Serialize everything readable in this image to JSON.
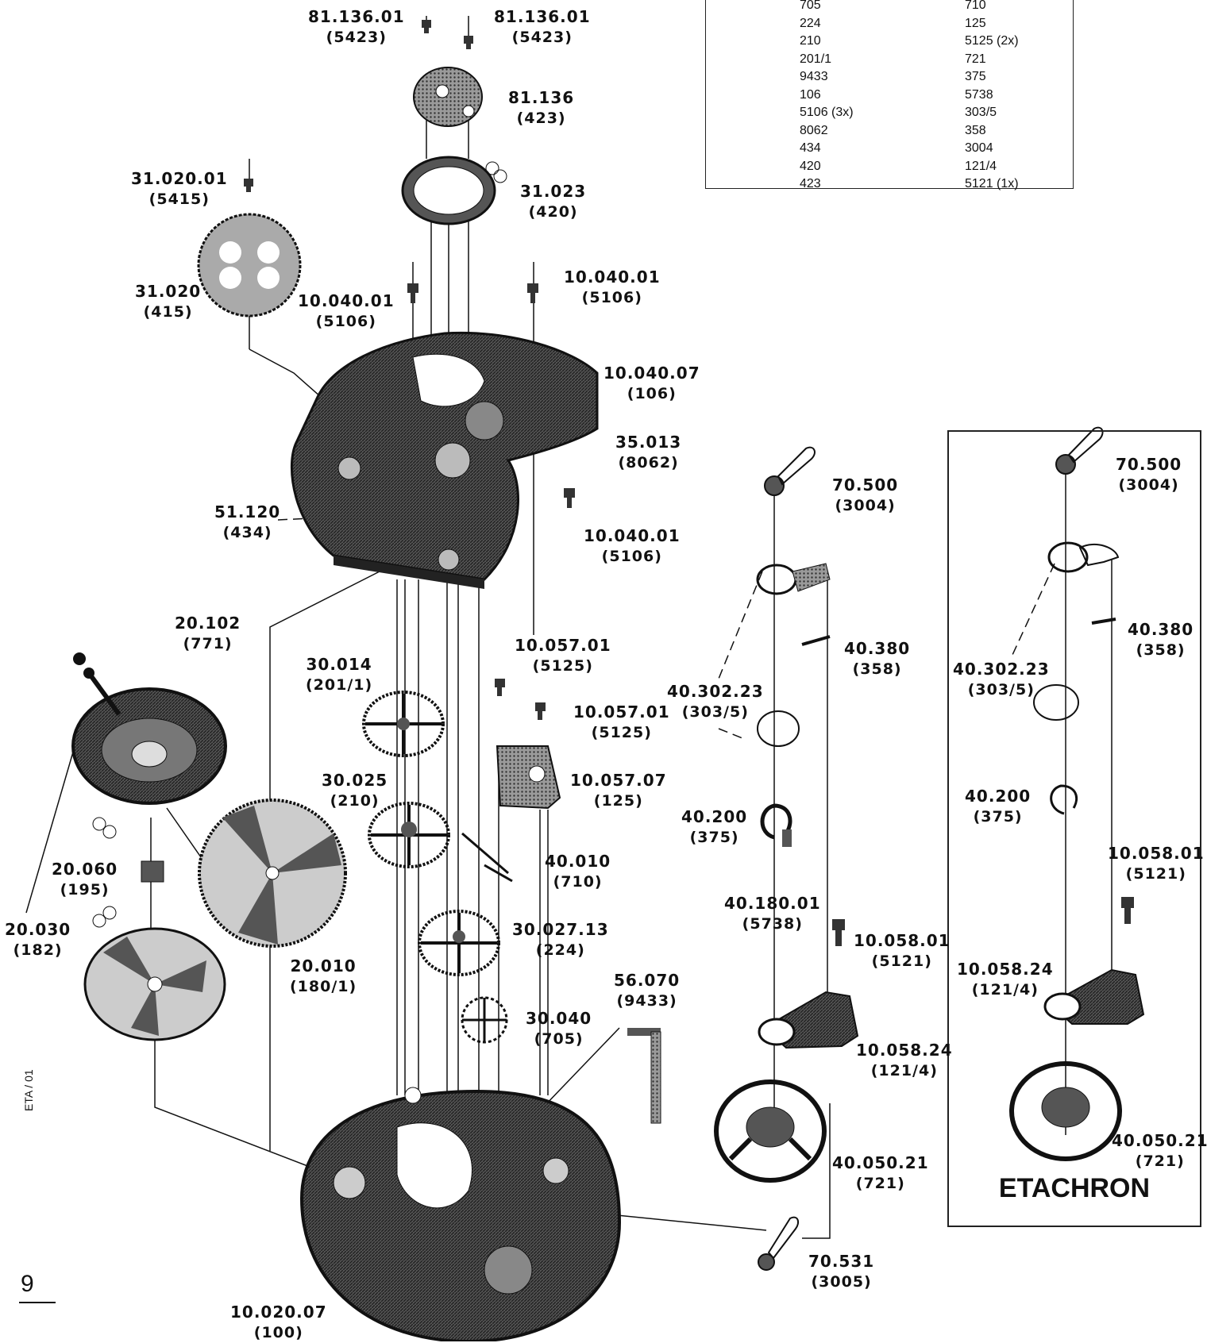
{
  "table": {
    "col1": [
      "705",
      "224",
      "210",
      "201/1",
      "9433",
      "106",
      "5106 (3x)",
      "8062",
      "434",
      "420",
      "423"
    ],
    "col2": [
      "710",
      "125",
      "5125 (2x)",
      "721",
      "375",
      "5738",
      "303/5",
      "358",
      "3004",
      "121/4",
      "5121 (1x)"
    ]
  },
  "labels": [
    {
      "id": "l1",
      "part": "81.136.01",
      "code": "(5423)"
    },
    {
      "id": "l2",
      "part": "81.136.01",
      "code": "(5423)"
    },
    {
      "id": "l3",
      "part": "81.136",
      "code": "(423)"
    },
    {
      "id": "l4",
      "part": "31.020.01",
      "code": "(5415)"
    },
    {
      "id": "l5",
      "part": "31.023",
      "code": "(420)"
    },
    {
      "id": "l6",
      "part": "31.020",
      "code": "(415)"
    },
    {
      "id": "l7",
      "part": "10.040.01",
      "code": "(5106)"
    },
    {
      "id": "l8",
      "part": "10.040.01",
      "code": "(5106)"
    },
    {
      "id": "l9",
      "part": "10.040.07",
      "code": "(106)"
    },
    {
      "id": "l10",
      "part": "35.013",
      "code": "(8062)"
    },
    {
      "id": "l11",
      "part": "51.120",
      "code": "(434)"
    },
    {
      "id": "l12",
      "part": "10.040.01",
      "code": "(5106)"
    },
    {
      "id": "l13",
      "part": "20.102",
      "code": "(771)"
    },
    {
      "id": "l14",
      "part": "30.014",
      "code": "(201/1)"
    },
    {
      "id": "l15",
      "part": "10.057.01",
      "code": "(5125)"
    },
    {
      "id": "l16",
      "part": "10.057.01",
      "code": "(5125)"
    },
    {
      "id": "l17",
      "part": "10.057.07",
      "code": "(125)"
    },
    {
      "id": "l18",
      "part": "30.025",
      "code": "(210)"
    },
    {
      "id": "l19",
      "part": "40.010",
      "code": "(710)"
    },
    {
      "id": "l20",
      "part": "20.060",
      "code": "(195)"
    },
    {
      "id": "l21",
      "part": "20.030",
      "code": "(182)"
    },
    {
      "id": "l22",
      "part": "20.010",
      "code": "(180/1)"
    },
    {
      "id": "l23",
      "part": "30.027.13",
      "code": "(224)"
    },
    {
      "id": "l24",
      "part": "56.070",
      "code": "(9433)"
    },
    {
      "id": "l25",
      "part": "30.040",
      "code": "(705)"
    },
    {
      "id": "l26",
      "part": "10.020.07",
      "code": "(100)"
    },
    {
      "id": "l27",
      "part": "70.500",
      "code": "(3004)"
    },
    {
      "id": "l28",
      "part": "40.380",
      "code": "(358)"
    },
    {
      "id": "l29",
      "part": "40.302.23",
      "code": "(303/5)"
    },
    {
      "id": "l30",
      "part": "40.200",
      "code": "(375)"
    },
    {
      "id": "l31",
      "part": "40.180.01",
      "code": "(5738)"
    },
    {
      "id": "l32",
      "part": "10.058.01",
      "code": "(5121)"
    },
    {
      "id": "l33",
      "part": "10.058.24",
      "code": "(121/4)"
    },
    {
      "id": "l34",
      "part": "40.050.21",
      "code": "(721)"
    },
    {
      "id": "l35",
      "part": "70.531",
      "code": "(3005)"
    },
    {
      "id": "l36",
      "part": "70.500",
      "code": "(3004)"
    },
    {
      "id": "l37",
      "part": "40.380",
      "code": "(358)"
    },
    {
      "id": "l38",
      "part": "40.302.23",
      "code": "(303/5)"
    },
    {
      "id": "l39",
      "part": "40.200",
      "code": "(375)"
    },
    {
      "id": "l40",
      "part": "10.058.01",
      "code": "(5121)"
    },
    {
      "id": "l41",
      "part": "10.058.24",
      "code": "(121/4)"
    },
    {
      "id": "l42",
      "part": "40.050.21",
      "code": "(721)"
    }
  ],
  "brand": "ETACHRON",
  "page_number": "9",
  "side_code": "ETA / 01"
}
